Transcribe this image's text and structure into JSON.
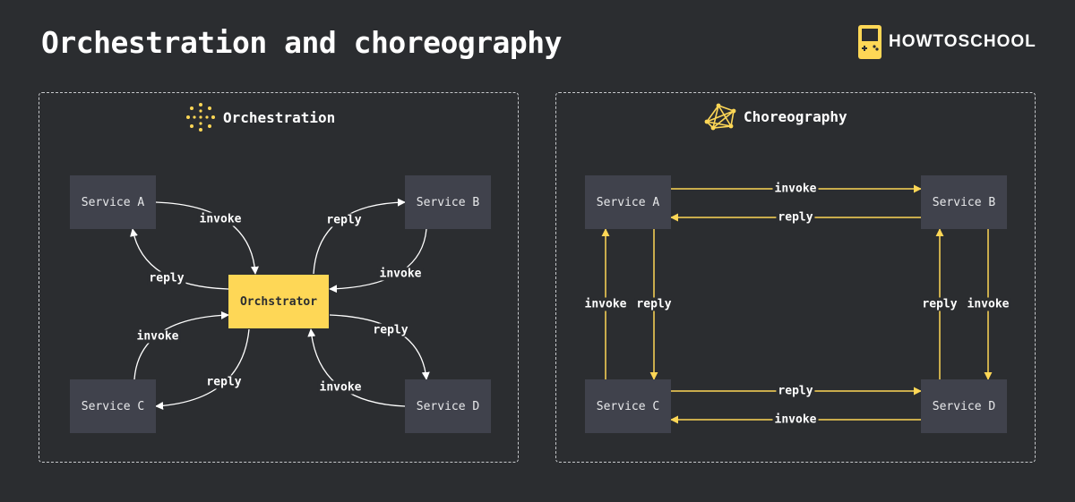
{
  "header": {
    "title": "Orchestration and choreography",
    "brand": "HOWTOSCHOOL"
  },
  "orchestration": {
    "heading": "Orchestration",
    "hub": "Orchstrator",
    "services": {
      "a": "Service A",
      "b": "Service B",
      "c": "Service C",
      "d": "Service D"
    },
    "edges": {
      "a_invoke": "invoke",
      "a_reply": "reply",
      "b_reply": "reply",
      "b_invoke": "invoke",
      "c_invoke": "invoke",
      "c_reply": "reply",
      "d_reply": "reply",
      "d_invoke": "invoke"
    }
  },
  "choreography": {
    "heading": "Choreography",
    "services": {
      "a": "Service A",
      "b": "Service B",
      "c": "Service C",
      "d": "Service D"
    },
    "edges": {
      "ab_invoke": "invoke",
      "ba_reply": "reply",
      "ca_invoke": "invoke",
      "ac_reply": "reply",
      "db_reply": "reply",
      "bd_invoke": "invoke",
      "cd_reply": "reply",
      "dc_invoke": "invoke"
    }
  },
  "colors": {
    "background": "#2b2d30",
    "node": "#40424c",
    "accent": "#fed756",
    "line_white": "#ffffff"
  },
  "icons": {
    "brand": "gameboy-icon",
    "orchestration": "dot-circle-icon",
    "choreography": "network-mesh-icon"
  }
}
